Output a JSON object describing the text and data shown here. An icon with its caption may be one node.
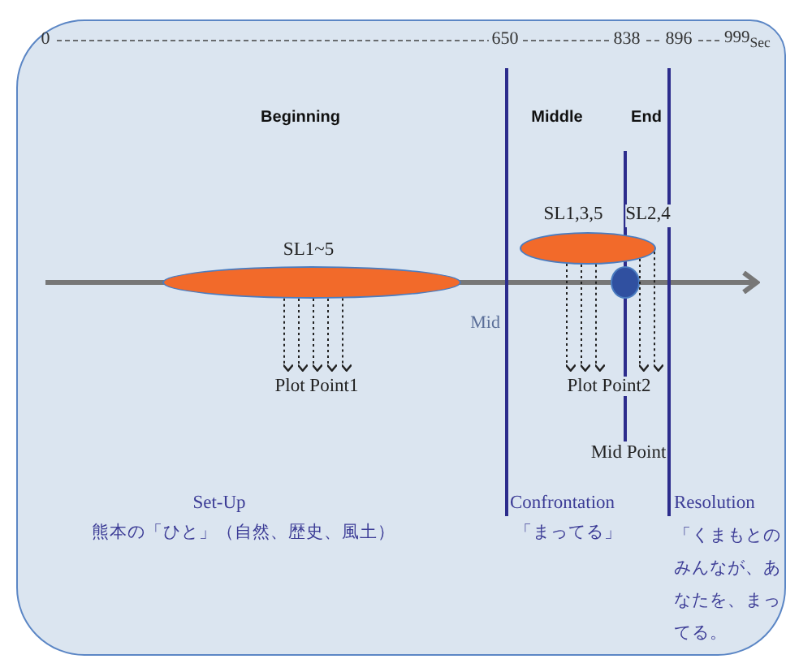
{
  "diagram": {
    "nodes": [
      {
        "text": [],
        "shape": "ellipse",
        "beside": [
          "SL1~5"
        ]
      },
      {
        "text": [],
        "shape": "ellipse",
        "beside": [
          "SL1,3,5"
        ]
      },
      {
        "text": [],
        "shape": "circle"
      },
      {
        "text": [
          "Plot Point1"
        ]
      },
      {
        "text": [
          "Plot Point2"
        ]
      }
    ],
    "edges": [
      {
        "from": 0,
        "to": 3,
        "arrow": "to",
        "style": "dashed"
      },
      {
        "from": 0,
        "to": 3,
        "arrow": "to",
        "style": "dashed"
      },
      {
        "from": 0,
        "to": 3,
        "arrow": "to",
        "style": "dashed"
      },
      {
        "from": 0,
        "to": 3,
        "arrow": "to",
        "style": "dashed"
      },
      {
        "from": 0,
        "to": 3,
        "arrow": "to",
        "style": "dashed"
      },
      {
        "from": 1,
        "to": 4,
        "arrow": "to",
        "style": "dashed"
      },
      {
        "from": 1,
        "to": 4,
        "arrow": "to",
        "style": "dashed"
      },
      {
        "from": 1,
        "to": 4,
        "arrow": "to",
        "style": "dashed"
      },
      {
        "from": 1,
        "to": 4,
        "arrow": "to",
        "style": "dashed"
      },
      {
        "from": 1,
        "to": 4,
        "arrow": "to",
        "style": "dashed"
      }
    ],
    "labels": [
      "0",
      "650",
      "838",
      "896",
      "999$_{Sec}$",
      "Beginning",
      "Middle",
      "End",
      "SL2,4",
      "Mid",
      "Mid Point",
      "Set-Up",
      "熊本の「ひと」（自然、歴史、風土）",
      "Confrontation",
      "「まってる」",
      "Resolution",
      "「くまもとのみんなが、あなたを、まってる。"
    ]
  }
}
